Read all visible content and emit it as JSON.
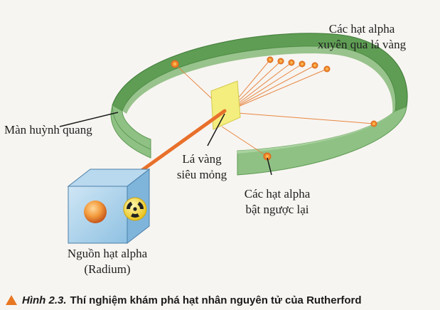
{
  "labels": {
    "transmitted_line1": "Các hạt alpha",
    "transmitted_line2": "xuyên qua lá vàng",
    "screen": "Màn huỳnh quang",
    "foil_line1": "Lá vàng",
    "foil_line2": "siêu mỏng",
    "reflected_line1": "Các hạt alpha",
    "reflected_line2": "bật ngược lại",
    "source_line1": "Nguồn hạt alpha",
    "source_line2": "(Radium)"
  },
  "caption": {
    "number": "Hình 2.3.",
    "text": "Thí nghiệm khám phá hạt nhân nguyên tử của Rutherford"
  },
  "colors": {
    "ring_outer": "#5d9a52",
    "ring_inner": "#8fc085",
    "foil": "#f3ee7e",
    "beam": "#e8702a",
    "box": "#4a90c4",
    "caption_marker": "#e87722"
  }
}
